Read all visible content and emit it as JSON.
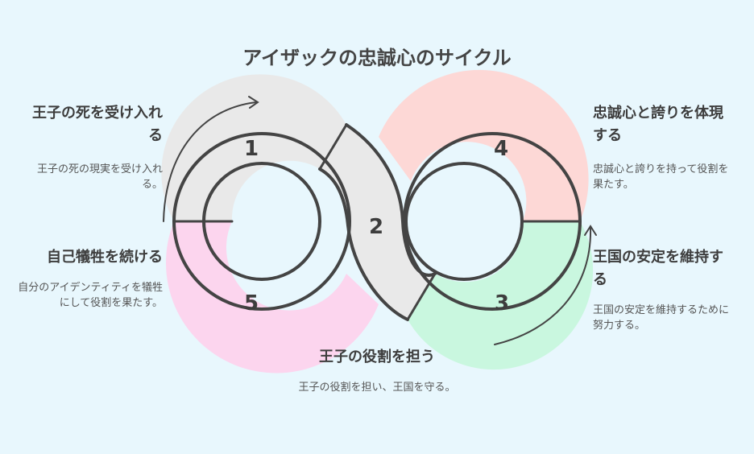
{
  "title": "アイザックの忠誠心のサイクル",
  "steps": [
    {
      "num": "1",
      "heading": "王子の死を受け入れる",
      "desc": "王子の死の現実を受け入れる。",
      "color": "#e9e9e9"
    },
    {
      "num": "2",
      "heading": "王子の役割を担う",
      "desc": "王子の役割を担い、王国を守る。",
      "color": "#e9e9e9"
    },
    {
      "num": "3",
      "heading": "王国の安定を維持する",
      "desc": "王国の安定を維持するために努力する。",
      "color": "#c9f7df"
    },
    {
      "num": "4",
      "heading": "忠誠心と誇りを体現する",
      "desc": "忠誠心と誇りを持って役割を果たす。",
      "color": "#fdd8d6"
    },
    {
      "num": "5",
      "heading": "自己犠牲を続ける",
      "desc": "自分のアイデンティティを犠牲にして役割を果たす。",
      "color": "#fcd5ee"
    }
  ]
}
